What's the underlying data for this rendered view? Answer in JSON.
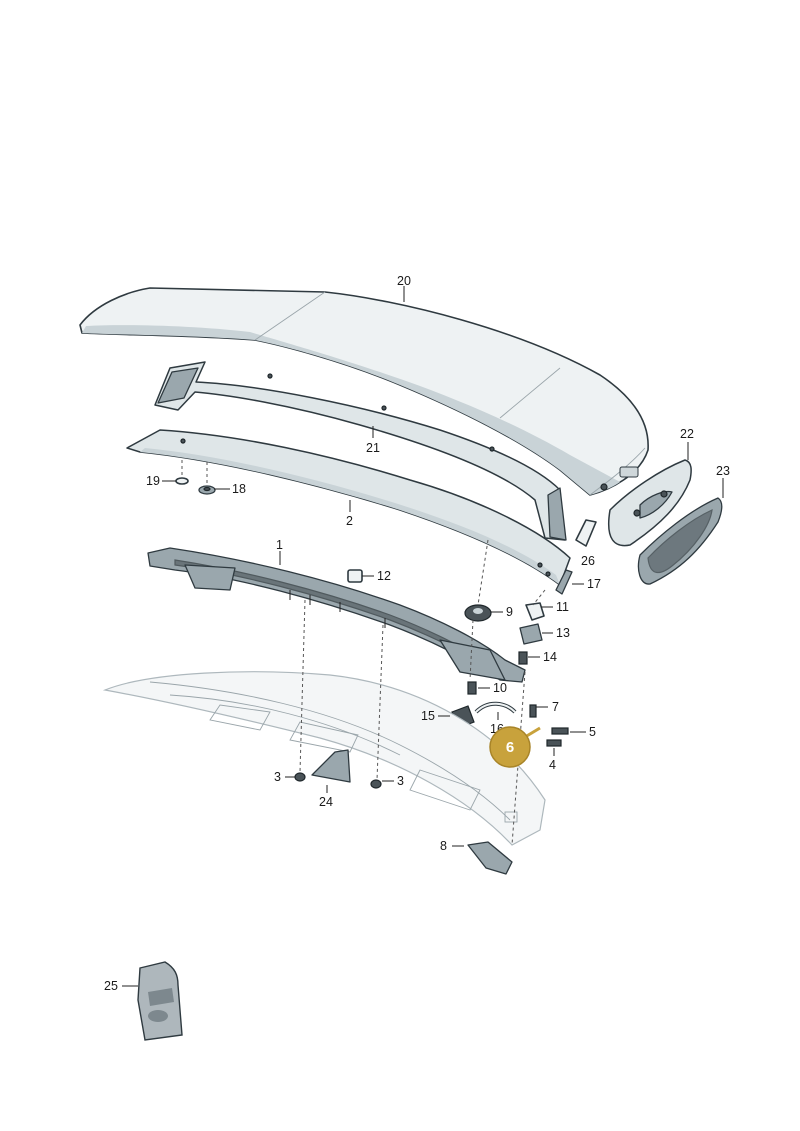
{
  "diagram": {
    "callouts": [
      {
        "id": "20",
        "text": "20"
      },
      {
        "id": "21",
        "text": "21"
      },
      {
        "id": "22",
        "text": "22"
      },
      {
        "id": "23",
        "text": "23"
      },
      {
        "id": "19",
        "text": "19"
      },
      {
        "id": "18",
        "text": "18"
      },
      {
        "id": "2",
        "text": "2"
      },
      {
        "id": "26",
        "text": "26"
      },
      {
        "id": "1",
        "text": "1"
      },
      {
        "id": "12",
        "text": "12"
      },
      {
        "id": "17",
        "text": "17"
      },
      {
        "id": "9",
        "text": "9"
      },
      {
        "id": "11",
        "text": "11"
      },
      {
        "id": "13",
        "text": "13"
      },
      {
        "id": "14",
        "text": "14"
      },
      {
        "id": "10",
        "text": "10"
      },
      {
        "id": "15",
        "text": "15"
      },
      {
        "id": "16",
        "text": "16"
      },
      {
        "id": "7",
        "text": "7"
      },
      {
        "id": "5",
        "text": "5"
      },
      {
        "id": "4",
        "text": "4"
      },
      {
        "id": "3a",
        "text": "3"
      },
      {
        "id": "24",
        "text": "24"
      },
      {
        "id": "3b",
        "text": "3"
      },
      {
        "id": "8",
        "text": "8"
      },
      {
        "id": "25",
        "text": "25"
      }
    ],
    "highlight": {
      "text": "6",
      "color": "#c8a23c"
    }
  }
}
